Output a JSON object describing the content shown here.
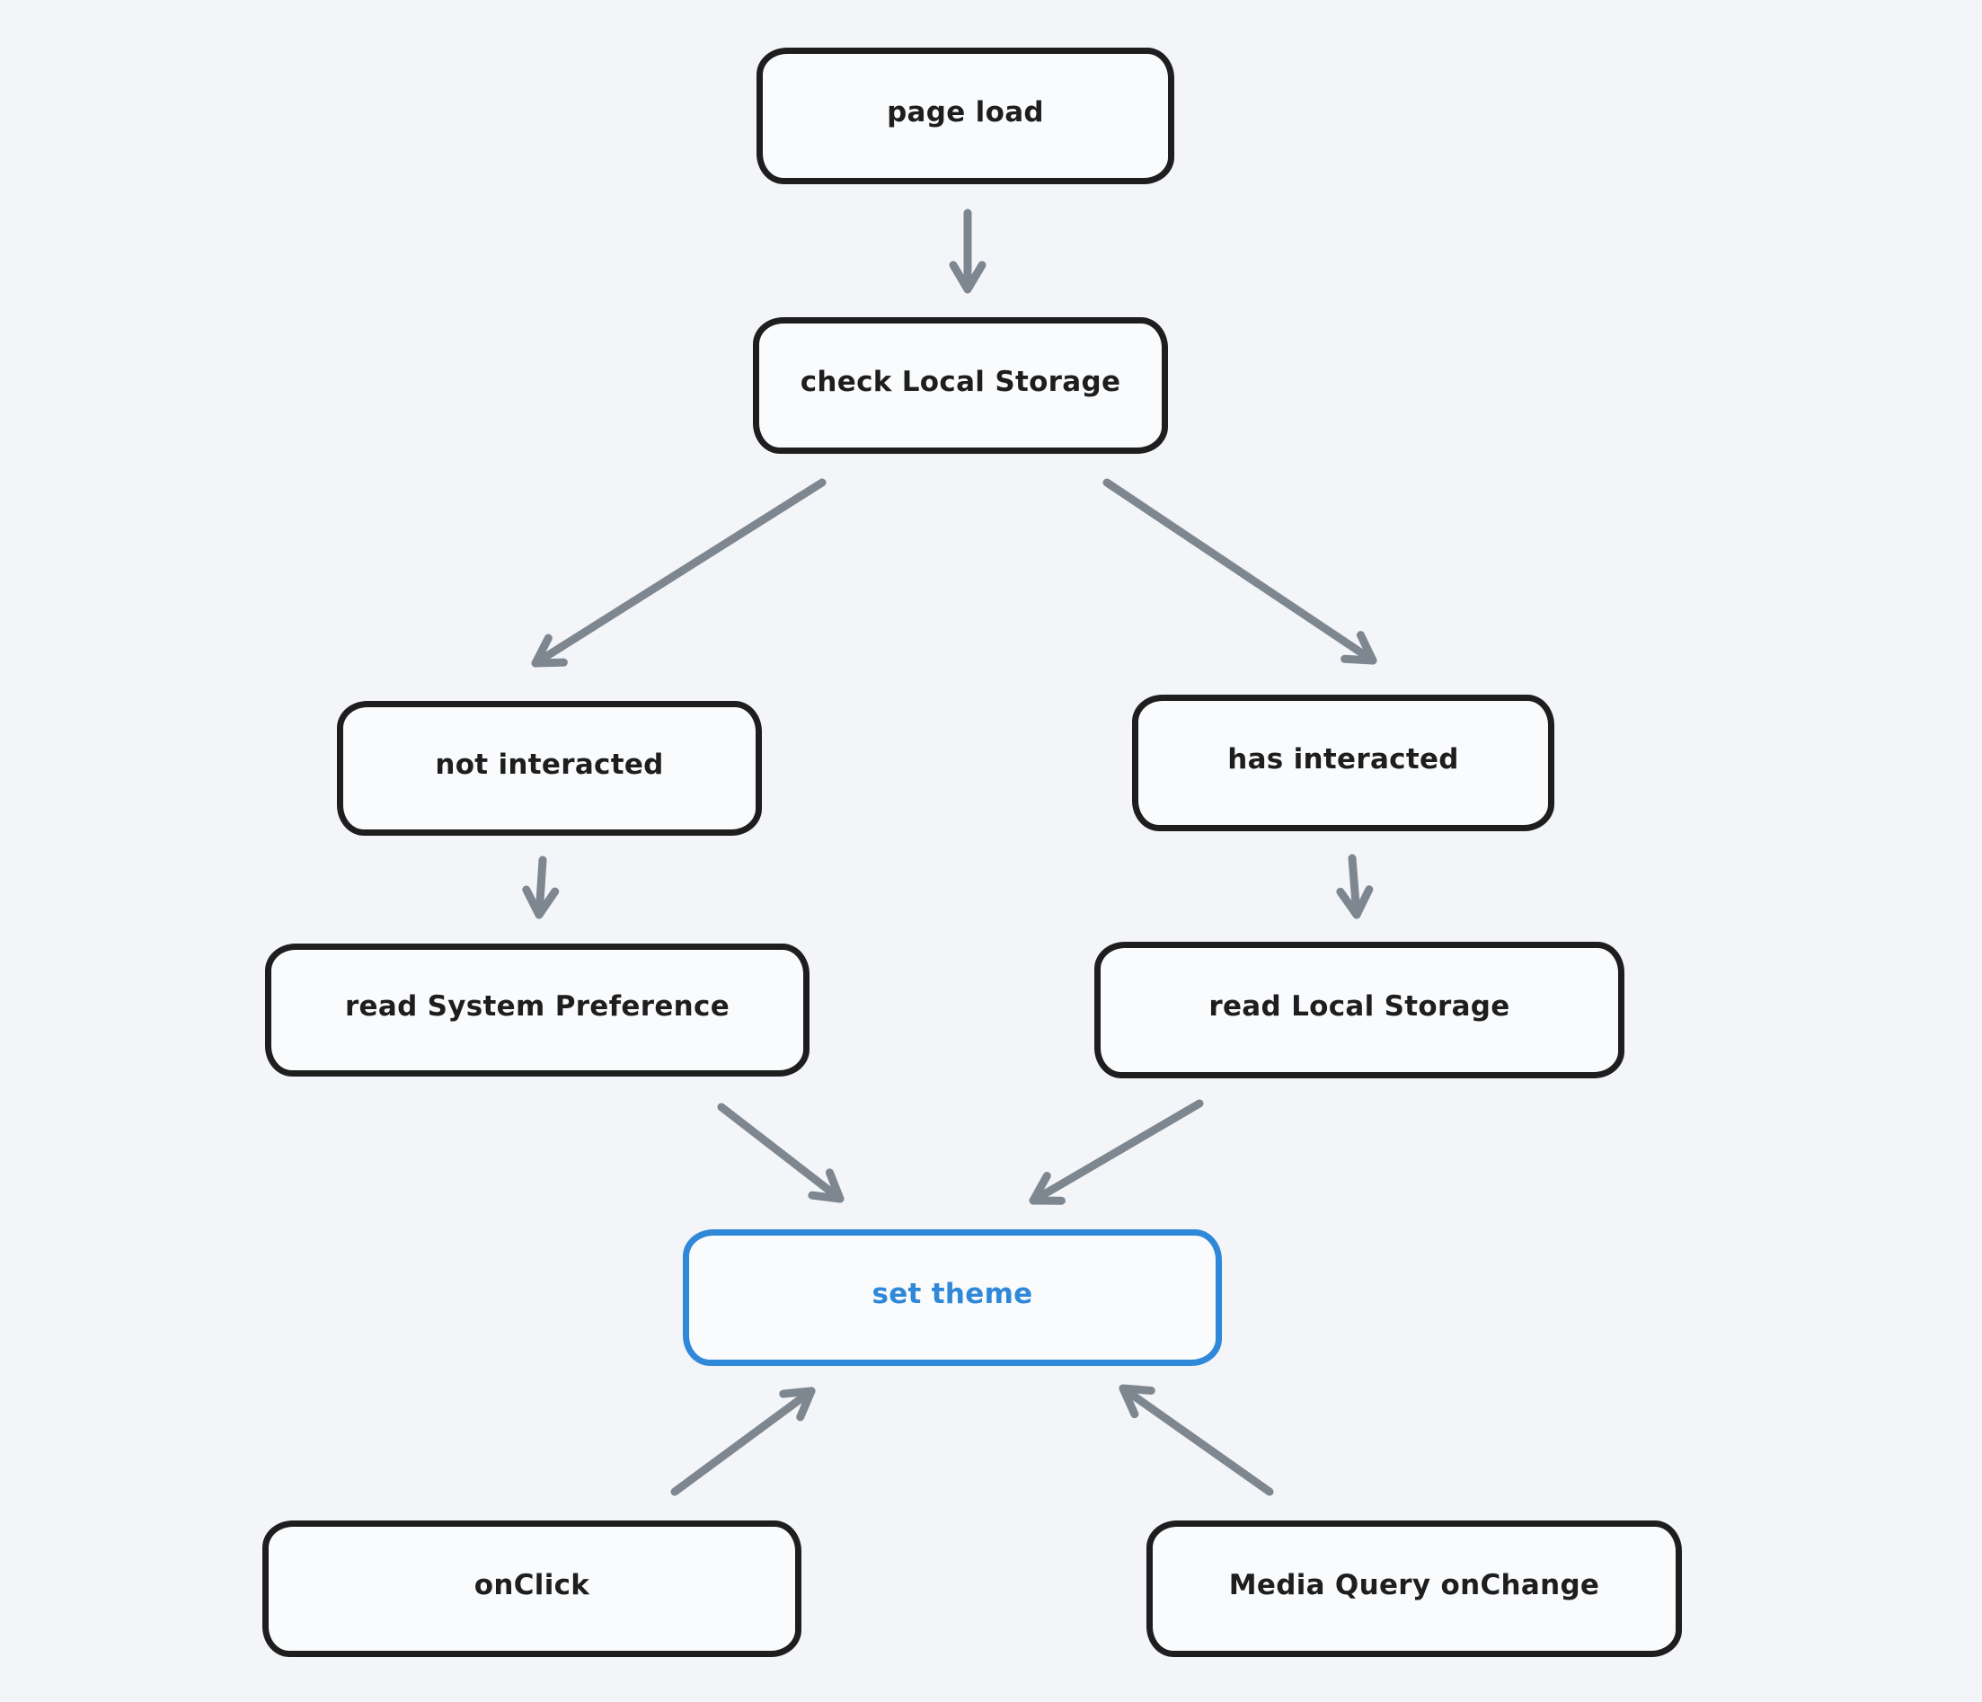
{
  "diagram": {
    "type": "flowchart",
    "style": "hand-drawn",
    "nodes": [
      {
        "id": "page-load",
        "label": "page load"
      },
      {
        "id": "check-local-storage",
        "label": "check Local Storage"
      },
      {
        "id": "not-interacted",
        "label": "not interacted"
      },
      {
        "id": "has-interacted",
        "label": "has interacted"
      },
      {
        "id": "read-system-preference",
        "label": "read System Preference"
      },
      {
        "id": "read-local-storage",
        "label": "read Local Storage"
      },
      {
        "id": "set-theme",
        "label": "set theme",
        "accent": true
      },
      {
        "id": "onclick",
        "label": "onClick"
      },
      {
        "id": "media-query-onchange",
        "label": "Media Query onChange"
      }
    ],
    "edges": [
      {
        "from": "page-load",
        "to": "check-local-storage"
      },
      {
        "from": "check-local-storage",
        "to": "not-interacted"
      },
      {
        "from": "check-local-storage",
        "to": "has-interacted"
      },
      {
        "from": "not-interacted",
        "to": "read-system-preference"
      },
      {
        "from": "has-interacted",
        "to": "read-local-storage"
      },
      {
        "from": "read-system-preference",
        "to": "set-theme"
      },
      {
        "from": "read-local-storage",
        "to": "set-theme"
      },
      {
        "from": "onclick",
        "to": "set-theme"
      },
      {
        "from": "media-query-onchange",
        "to": "set-theme"
      }
    ],
    "colors": {
      "background": "#f3f5f8",
      "node_stroke": "#1e1e1e",
      "node_fill": "#fafbfd",
      "accent": "#2f88d8",
      "arrow": "#7e8790"
    }
  }
}
